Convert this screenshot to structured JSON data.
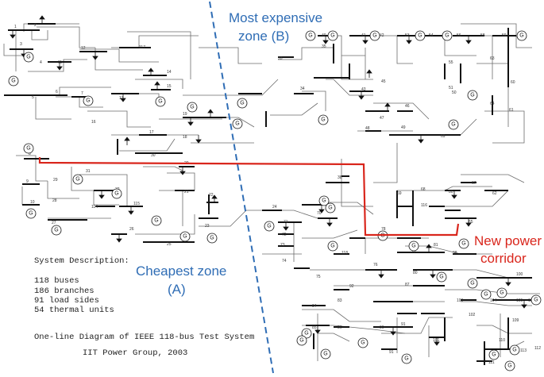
{
  "zones": {
    "a_line1": "Cheapest zone",
    "a_line2": "(A)",
    "b_line1": "Most expensive",
    "b_line2": "zone (B)"
  },
  "corridor": {
    "line1": "New power",
    "line2": "corridor"
  },
  "description": {
    "heading": "System Description:",
    "items": [
      "118 buses",
      "186 branches",
      "91 load sides",
      "54 thermal units"
    ]
  },
  "caption": {
    "title": "One-line Diagram of IEEE 118-bus Test System",
    "credit": "IIT Power Group, 2003"
  },
  "generator_symbol": "G",
  "colors": {
    "zone_text": "#2f6db5",
    "corridor": "#d9261c",
    "divider": "#2f6db5",
    "bus": "#111111",
    "line": "#6b6b6b"
  }
}
